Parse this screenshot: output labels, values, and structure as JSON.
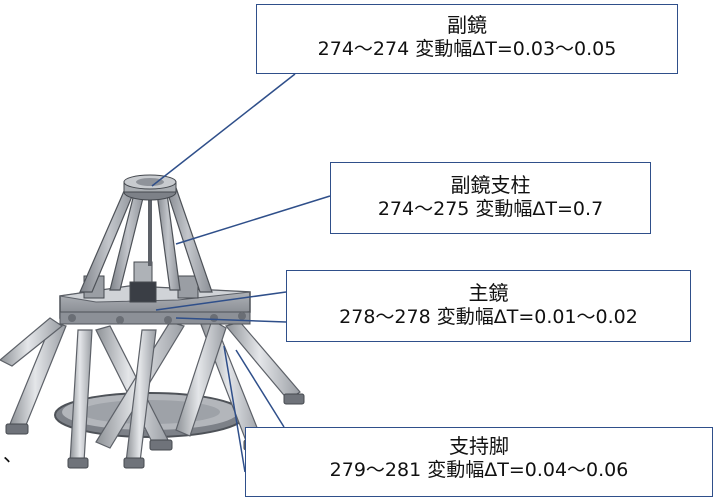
{
  "callouts": {
    "secondary_mirror": {
      "name": "副鏡",
      "value": "274〜274  変動幅ΔT=0.03〜0.05"
    },
    "secondary_mirror_support": {
      "name": "副鏡支柱",
      "value": "274〜275  変動幅ΔT=0.7"
    },
    "primary_mirror": {
      "name": "主鏡",
      "value": "278〜278  変動幅ΔT=0.01〜0.02"
    },
    "support_leg": {
      "name": "支持脚",
      "value": "279〜281  変動幅ΔT=0.04〜0.06"
    }
  },
  "edge_mark": "、",
  "colors": {
    "callout_border": "#2f4f8a",
    "leader_line": "#2f4f8a",
    "structure_light": "#c9ccd1",
    "structure_mid": "#9ea2a8",
    "structure_dark": "#5d6168"
  }
}
